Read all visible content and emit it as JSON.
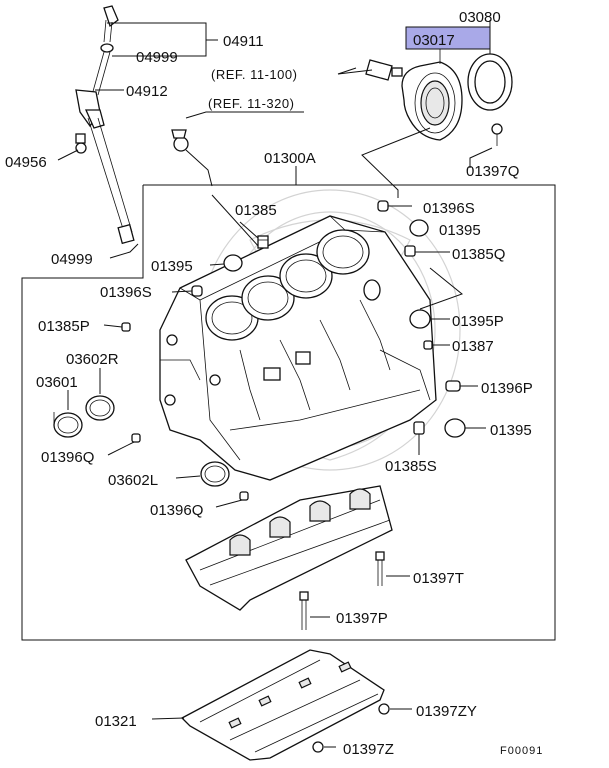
{
  "labels": {
    "p04911": "04911",
    "p04999a": "04999",
    "p04912": "04912",
    "p04956": "04956",
    "p04999b": "04999",
    "p03080": "03080",
    "p03017": "03017",
    "p01397q": "01397Q",
    "ref1": "(REF. 11-100)",
    "ref2": "(REF. 11-320)",
    "p01300a": "01300A",
    "p01385": "01385",
    "p01395a": "01395",
    "p01396s_a": "01396S",
    "p01395b": "01395",
    "p01385q": "01385Q",
    "p01396s_b": "01396S",
    "p01395p": "01395P",
    "p01385p": "01385P",
    "p01387": "01387",
    "p03602r": "03602R",
    "p03601": "03601",
    "p01396p": "01396P",
    "p01395c": "01395",
    "p01396q_a": "01396Q",
    "p01385s": "01385S",
    "p03602l": "03602L",
    "p01396q_b": "01396Q",
    "p01397t": "01397T",
    "p01397p": "01397P",
    "p01321": "01321",
    "p01397zy": "01397ZY",
    "p01397z": "01397Z",
    "figcode": "F00091"
  },
  "colors": {
    "highlight": "#a9a9e8",
    "line": "#111111"
  }
}
